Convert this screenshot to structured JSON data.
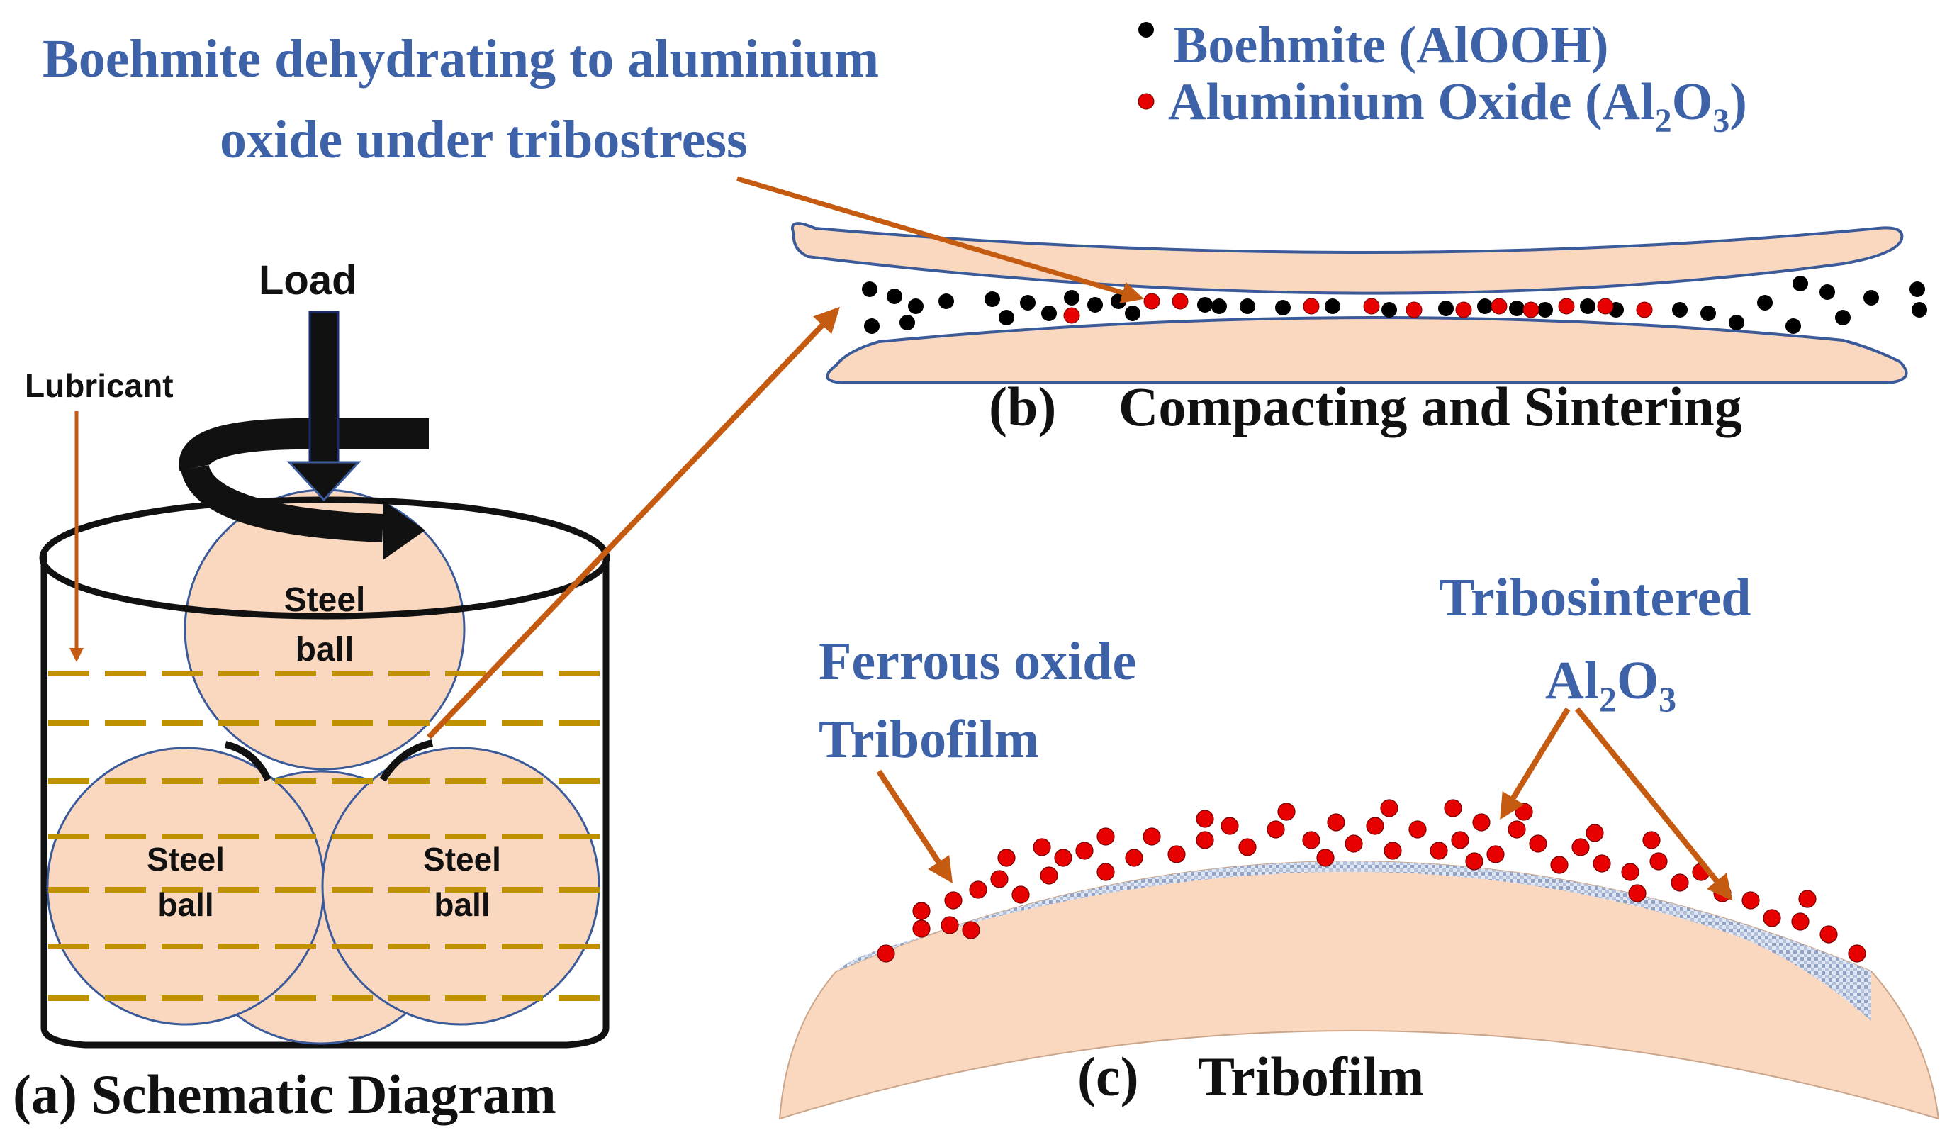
{
  "title": {
    "line1": "Boehmite dehydrating to aluminium",
    "line2": "oxide under tribostress"
  },
  "legend": {
    "boehmite": "Boehmite (AlOOH)",
    "oxide_prefix": "Aluminium Oxide (Al",
    "oxide_sub1": "2",
    "oxide_mid": "O",
    "oxide_sub2": "3",
    "oxide_suffix": ")"
  },
  "panel_a": {
    "load": "Load",
    "lubricant": "Lubricant",
    "ball_line1": "Steel",
    "ball_line2": "ball",
    "caption": "(a)  Schematic Diagram"
  },
  "panel_b": {
    "caption_letter": "(b)",
    "caption_text": "Compacting and Sintering"
  },
  "panel_c": {
    "ferrous_line1": "Ferrous oxide",
    "ferrous_line2": "Tribofilm",
    "tribosintered": "Tribosintered",
    "al_prefix": "Al",
    "al_sub1": "2",
    "al_mid": "O",
    "al_sub2": "3",
    "caption_letter": "(c)",
    "caption_text": "Tribofilm"
  },
  "colors": {
    "ball_fill": "#fad7bf",
    "arrow": "#c55a11",
    "text_blue": "#3d62a8",
    "lubricant_dash": "#bf9000",
    "boehmite_dot": "#000000",
    "oxide_dot": "#e60000"
  }
}
